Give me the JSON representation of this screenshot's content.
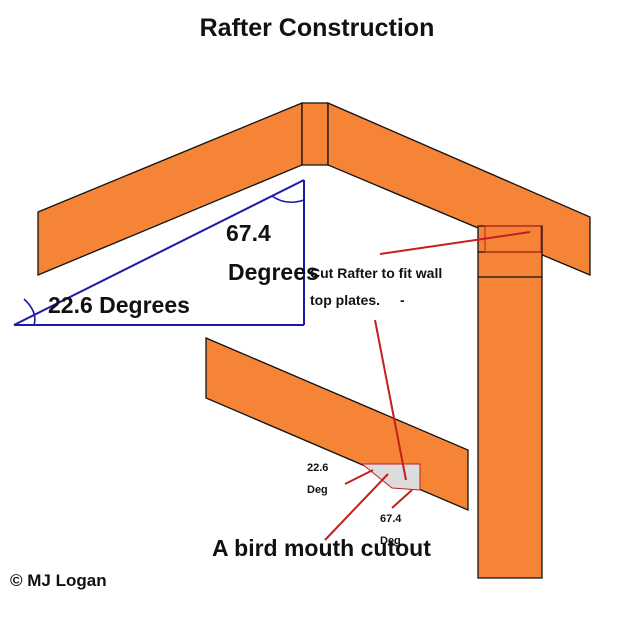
{
  "title": "Rafter Construction",
  "angles": {
    "top_value": "67.4",
    "top_unit": "Degrees",
    "bottom": "22.6 Degrees"
  },
  "callout": {
    "line1": "Cut Rafter to fit wall",
    "line2": "top plates."
  },
  "birdmouth": {
    "angle_small_value": "22.6",
    "angle_small_unit": "Deg",
    "angle_large_value": "67.4",
    "angle_large_unit": "Deg",
    "label": "A bird mouth cutout"
  },
  "copyright": "© MJ Logan",
  "colors": {
    "wood": "#f58436",
    "angle_lines": "#1a1aa6",
    "callout_lines": "#c41e1e",
    "cutout": "#dcdcdc"
  }
}
